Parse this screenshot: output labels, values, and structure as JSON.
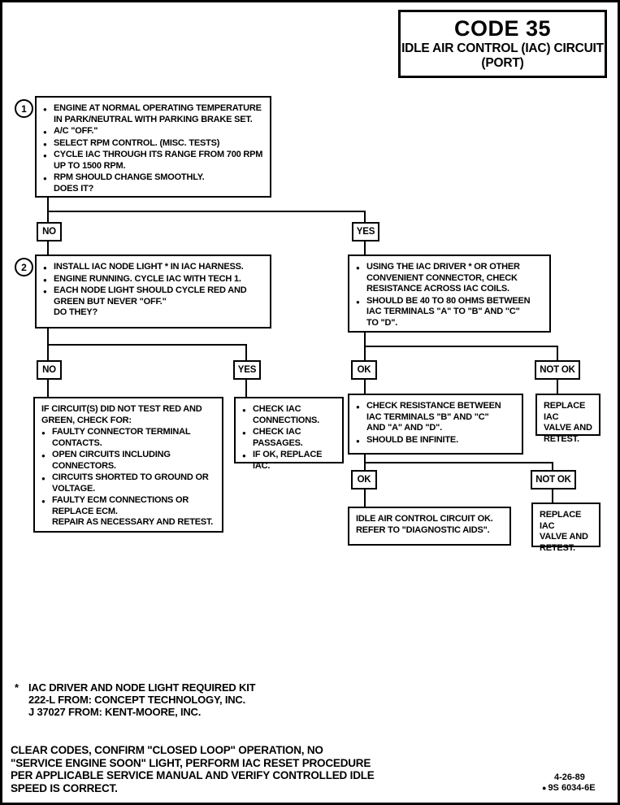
{
  "title": {
    "code": "CODE 35",
    "subtitle1": "IDLE AIR CONTROL (IAC) CIRCUIT",
    "subtitle2": "(PORT)"
  },
  "steps": {
    "step1": {
      "number": "1",
      "bullets": [
        "ENGINE AT NORMAL OPERATING TEMPERATURE\nIN PARK/NEUTRAL WITH PARKING BRAKE SET.",
        "A/C \"OFF.\"",
        "SELECT RPM CONTROL.  (MISC. TESTS)",
        "CYCLE IAC THROUGH ITS RANGE FROM 700 RPM\nUP TO 1500 RPM.",
        "RPM SHOULD CHANGE SMOOTHLY.\nDOES IT?"
      ]
    },
    "step2": {
      "number": "2",
      "bullets": [
        "INSTALL IAC NODE LIGHT * IN IAC HARNESS.",
        "ENGINE RUNNING.  CYCLE IAC WITH TECH 1.",
        "EACH NODE LIGHT SHOULD CYCLE RED AND\nGREEN BUT NEVER \"OFF.\"\nDO THEY?"
      ]
    }
  },
  "boxes": {
    "iac_driver": {
      "bullets": [
        "USING THE IAC DRIVER * OR OTHER\nCONVENIENT CONNECTOR, CHECK\nRESISTANCE ACROSS IAC COILS.",
        "SHOULD BE 40 TO 80 OHMS BETWEEN\nIAC TERMINALS \"A\" TO \"B\" AND \"C\"\nTO \"D\"."
      ]
    },
    "circuit_check": {
      "intro": "IF CIRCUIT(S) DID NOT TEST RED AND\nGREEN, CHECK FOR:",
      "bullets": [
        "FAULTY CONNECTOR TERMINAL\nCONTACTS.",
        "OPEN CIRCUITS INCLUDING\nCONNECTORS.",
        "CIRCUITS SHORTED TO GROUND OR\nVOLTAGE.",
        "FAULTY ECM CONNECTIONS OR\nREPLACE ECM.\nREPAIR AS NECESSARY AND RETEST."
      ]
    },
    "check_iac": {
      "bullets": [
        "CHECK IAC\nCONNECTIONS.",
        "CHECK IAC\nPASSAGES.",
        "IF OK, REPLACE IAC."
      ]
    },
    "resistance": {
      "bullets": [
        "CHECK RESISTANCE BETWEEN\nIAC TERMINALS \"B\" AND \"C\"\nAND \"A\" AND \"D\".",
        "SHOULD BE INFINITE."
      ]
    },
    "replace_iac_top": {
      "text": "REPLACE IAC\nVALVE AND\nRETEST."
    },
    "circuit_ok": {
      "text": "IDLE AIR CONTROL CIRCUIT OK.\nREFER TO \"DIAGNOSTIC AIDS\"."
    },
    "replace_iac_bottom": {
      "text": "REPLACE IAC\nVALVE AND\nRETEST."
    }
  },
  "labels": {
    "no1": "NO",
    "yes1": "YES",
    "no2": "NO",
    "yes2": "YES",
    "ok1": "OK",
    "not_ok1": "NOT OK",
    "ok2": "OK",
    "not_ok2": "NOT OK"
  },
  "footnote": {
    "marker": "*",
    "lines": [
      "IAC DRIVER AND NODE LIGHT REQUIRED KIT",
      "222-L FROM:  CONCEPT TECHNOLOGY, INC.",
      "J 37027 FROM:  KENT-MOORE, INC."
    ]
  },
  "bottom_note": "CLEAR CODES, CONFIRM \"CLOSED LOOP\" OPERATION, NO\n\"SERVICE ENGINE SOON\" LIGHT, PERFORM IAC RESET PROCEDURE\nPER APPLICABLE SERVICE MANUAL AND VERIFY CONTROLLED IDLE\nSPEED IS CORRECT.",
  "footer": {
    "date": "4-26-89",
    "doc_bullet": "●",
    "doc_number": "9S 6034-6E"
  }
}
